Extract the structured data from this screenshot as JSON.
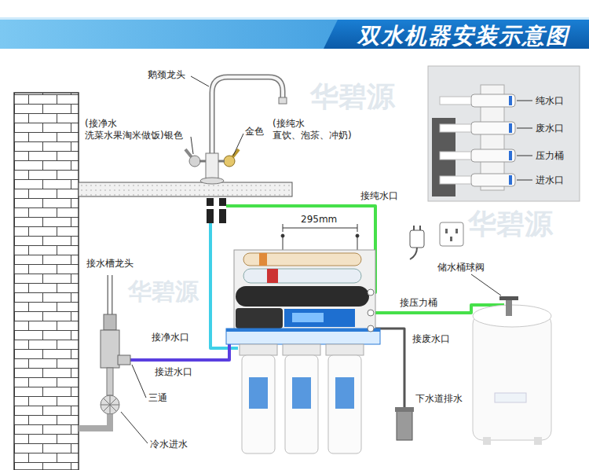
{
  "diagram": {
    "title": "双水机器安装示意图",
    "labels": [
      "鹅颈龙头",
      "(接净水 洗菜水果淘米做饭)银色",
      "金色",
      "(接纯水 直饮、泡茶、冲奶)",
      "接纯水口",
      "295mm",
      "纯水口",
      "废水口",
      "压力桶",
      "进水口",
      "接水槽龙头",
      "储水桶球阀",
      "接净水口",
      "接压力桶",
      "接废水口",
      "接进水口",
      "三通",
      "下水道排水",
      "冷水进水",
      "华碧源",
      "华碧源",
      "华碧源"
    ]
  }
}
